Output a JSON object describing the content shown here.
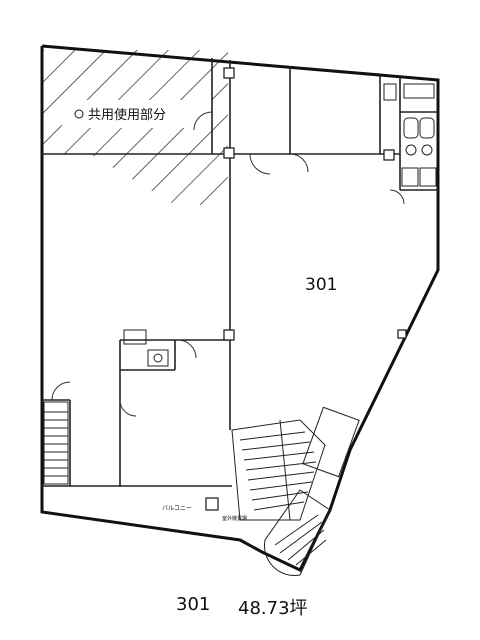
{
  "plan": {
    "common_area_label": "共用使用部分",
    "unit_label": "301",
    "balcony_label": "バルコニー",
    "balcony_sub_label": "室外機置場"
  },
  "footer": {
    "unit_number": "301",
    "area_text": "48.73坪"
  }
}
